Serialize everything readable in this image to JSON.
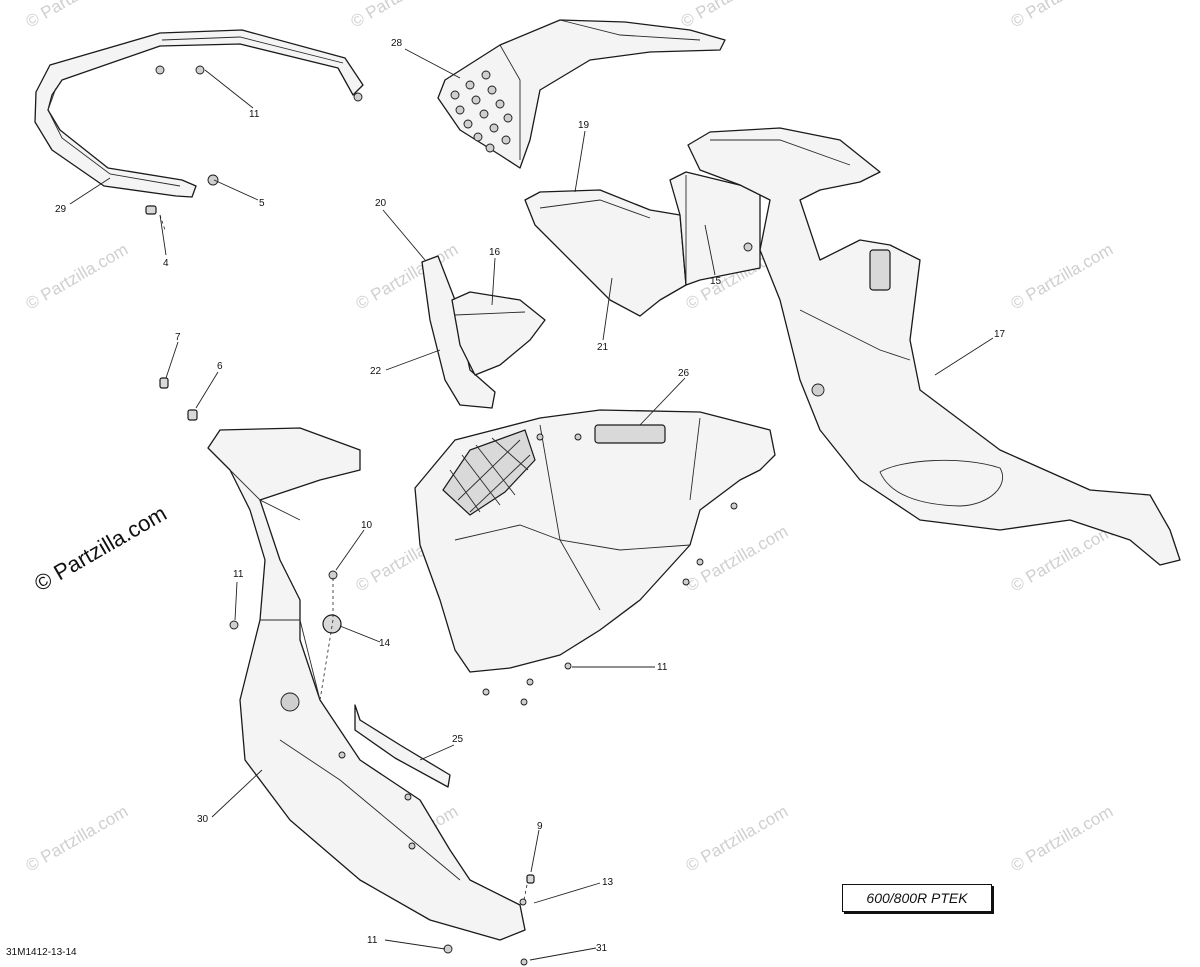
{
  "diagram": {
    "reference_code": "31M1412-13-14",
    "model_label": "600/800R PTEK",
    "watermark_main": "© Partzilla.com",
    "watermark_tile": "© Partzilla.com",
    "callouts": [
      "28",
      "11",
      "29",
      "5",
      "4",
      "19",
      "20",
      "16",
      "15",
      "22",
      "21",
      "17",
      "7",
      "6",
      "26",
      "10",
      "11",
      "14",
      "11",
      "25",
      "30",
      "9",
      "13",
      "11",
      "31"
    ]
  }
}
